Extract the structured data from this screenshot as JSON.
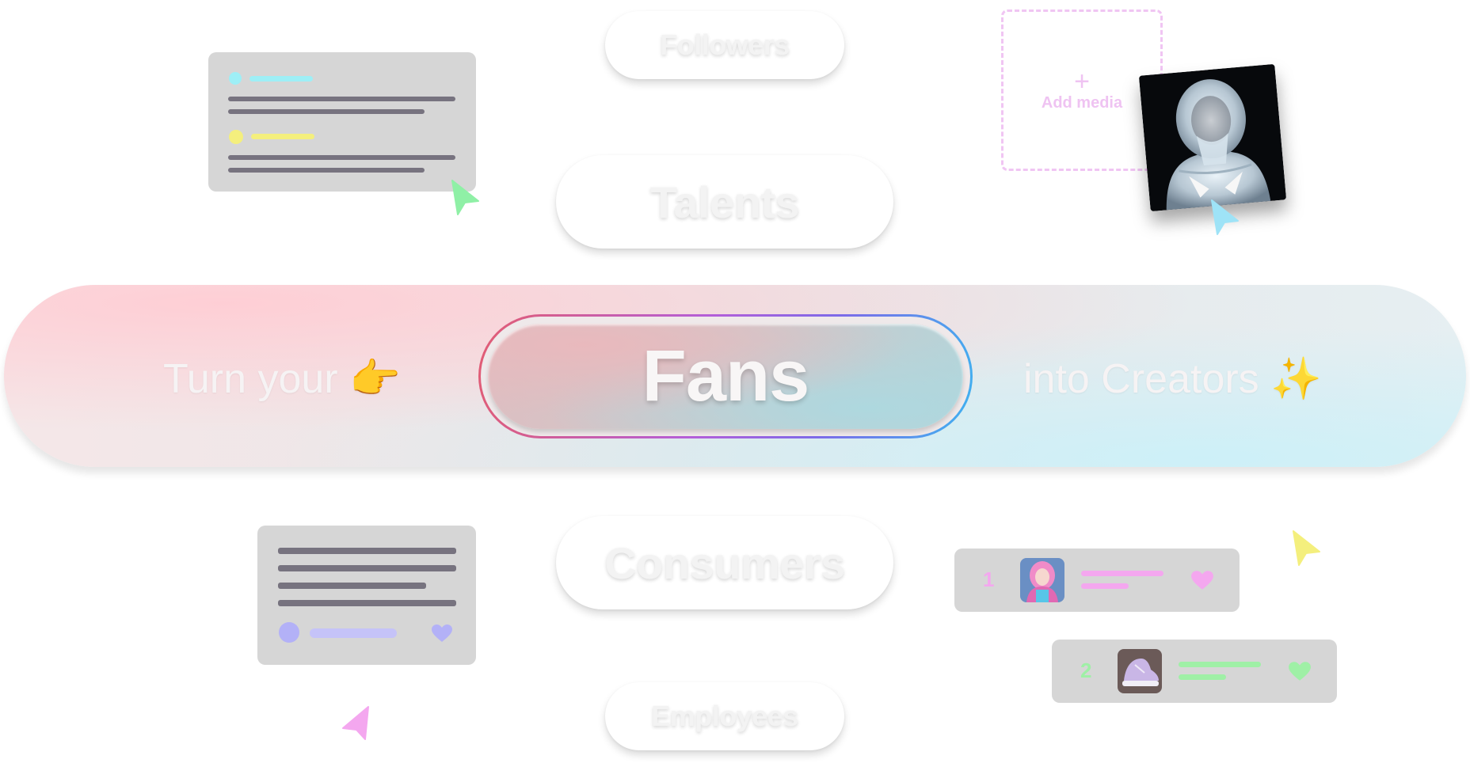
{
  "pills": {
    "followers": "Followers",
    "talents": "Talents",
    "consumers": "Consumers",
    "employees": "Employees"
  },
  "band": {
    "left_text": "Turn your",
    "left_emoji": "👉",
    "center_word": "Fans",
    "right_text": "into Creators",
    "right_emoji": "✨"
  },
  "add_media": {
    "plus": "+",
    "label": "Add media"
  },
  "ranking": [
    {
      "rank": "1",
      "accent": "#f4a7ef"
    },
    {
      "rank": "2",
      "accent": "#9ff0a6"
    }
  ],
  "icons": {
    "cursor_green": "cursor-arrow-icon",
    "cursor_blue": "cursor-arrow-icon",
    "cursor_yellow": "cursor-arrow-icon",
    "cursor_pink": "cursor-arrow-icon",
    "heart": "heart-icon"
  },
  "colors": {
    "cyan": "#9eeff6",
    "yellow": "#f4ef7d",
    "lavender": "#b3b1f7",
    "pink": "#f4a7ef",
    "green": "#9ff0a6",
    "gray_card": "#d6d6d6",
    "bar_dark": "#77737f"
  }
}
